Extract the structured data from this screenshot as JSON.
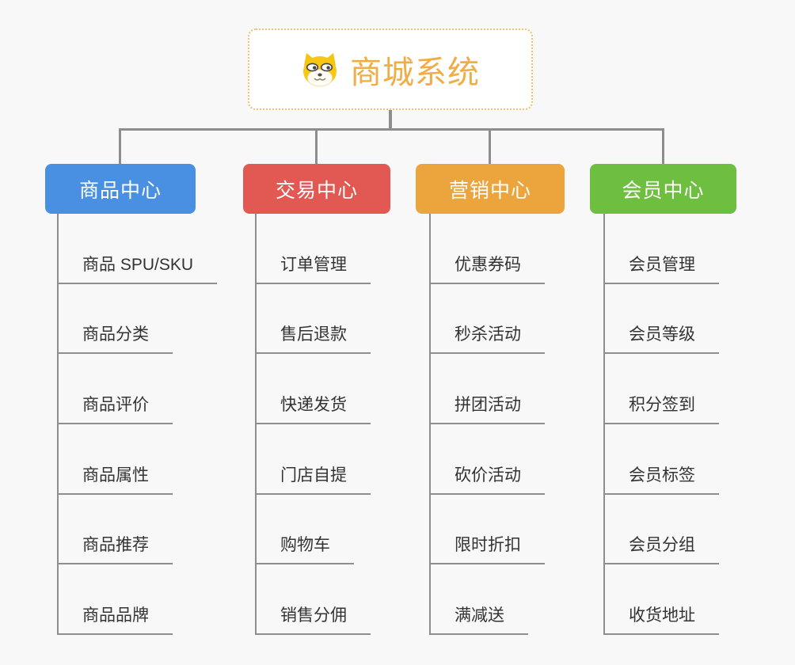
{
  "page": {
    "background_color": "#f8f8f8",
    "connector_color": "#8e8e8e"
  },
  "root": {
    "title": "商城系统",
    "icon": "doge-icon",
    "title_color": "#f0ac45",
    "border_color": "#f2c06b"
  },
  "branches": [
    {
      "label": "商品中心",
      "color": "#4a90e2",
      "items": [
        "商品 SPU/SKU",
        "商品分类",
        "商品评价",
        "商品属性",
        "商品推荐",
        "商品品牌"
      ]
    },
    {
      "label": "交易中心",
      "color": "#e25852",
      "items": [
        "订单管理",
        "售后退款",
        "快递发货",
        "门店自提",
        "购物车",
        "销售分佣"
      ]
    },
    {
      "label": "营销中心",
      "color": "#eba53c",
      "items": [
        "优惠券码",
        "秒杀活动",
        "拼团活动",
        "砍价活动",
        "限时折扣",
        "满减送"
      ]
    },
    {
      "label": "会员中心",
      "color": "#6ebe3f",
      "items": [
        "会员管理",
        "会员等级",
        "积分签到",
        "会员标签",
        "会员分组",
        "收货地址"
      ]
    }
  ]
}
